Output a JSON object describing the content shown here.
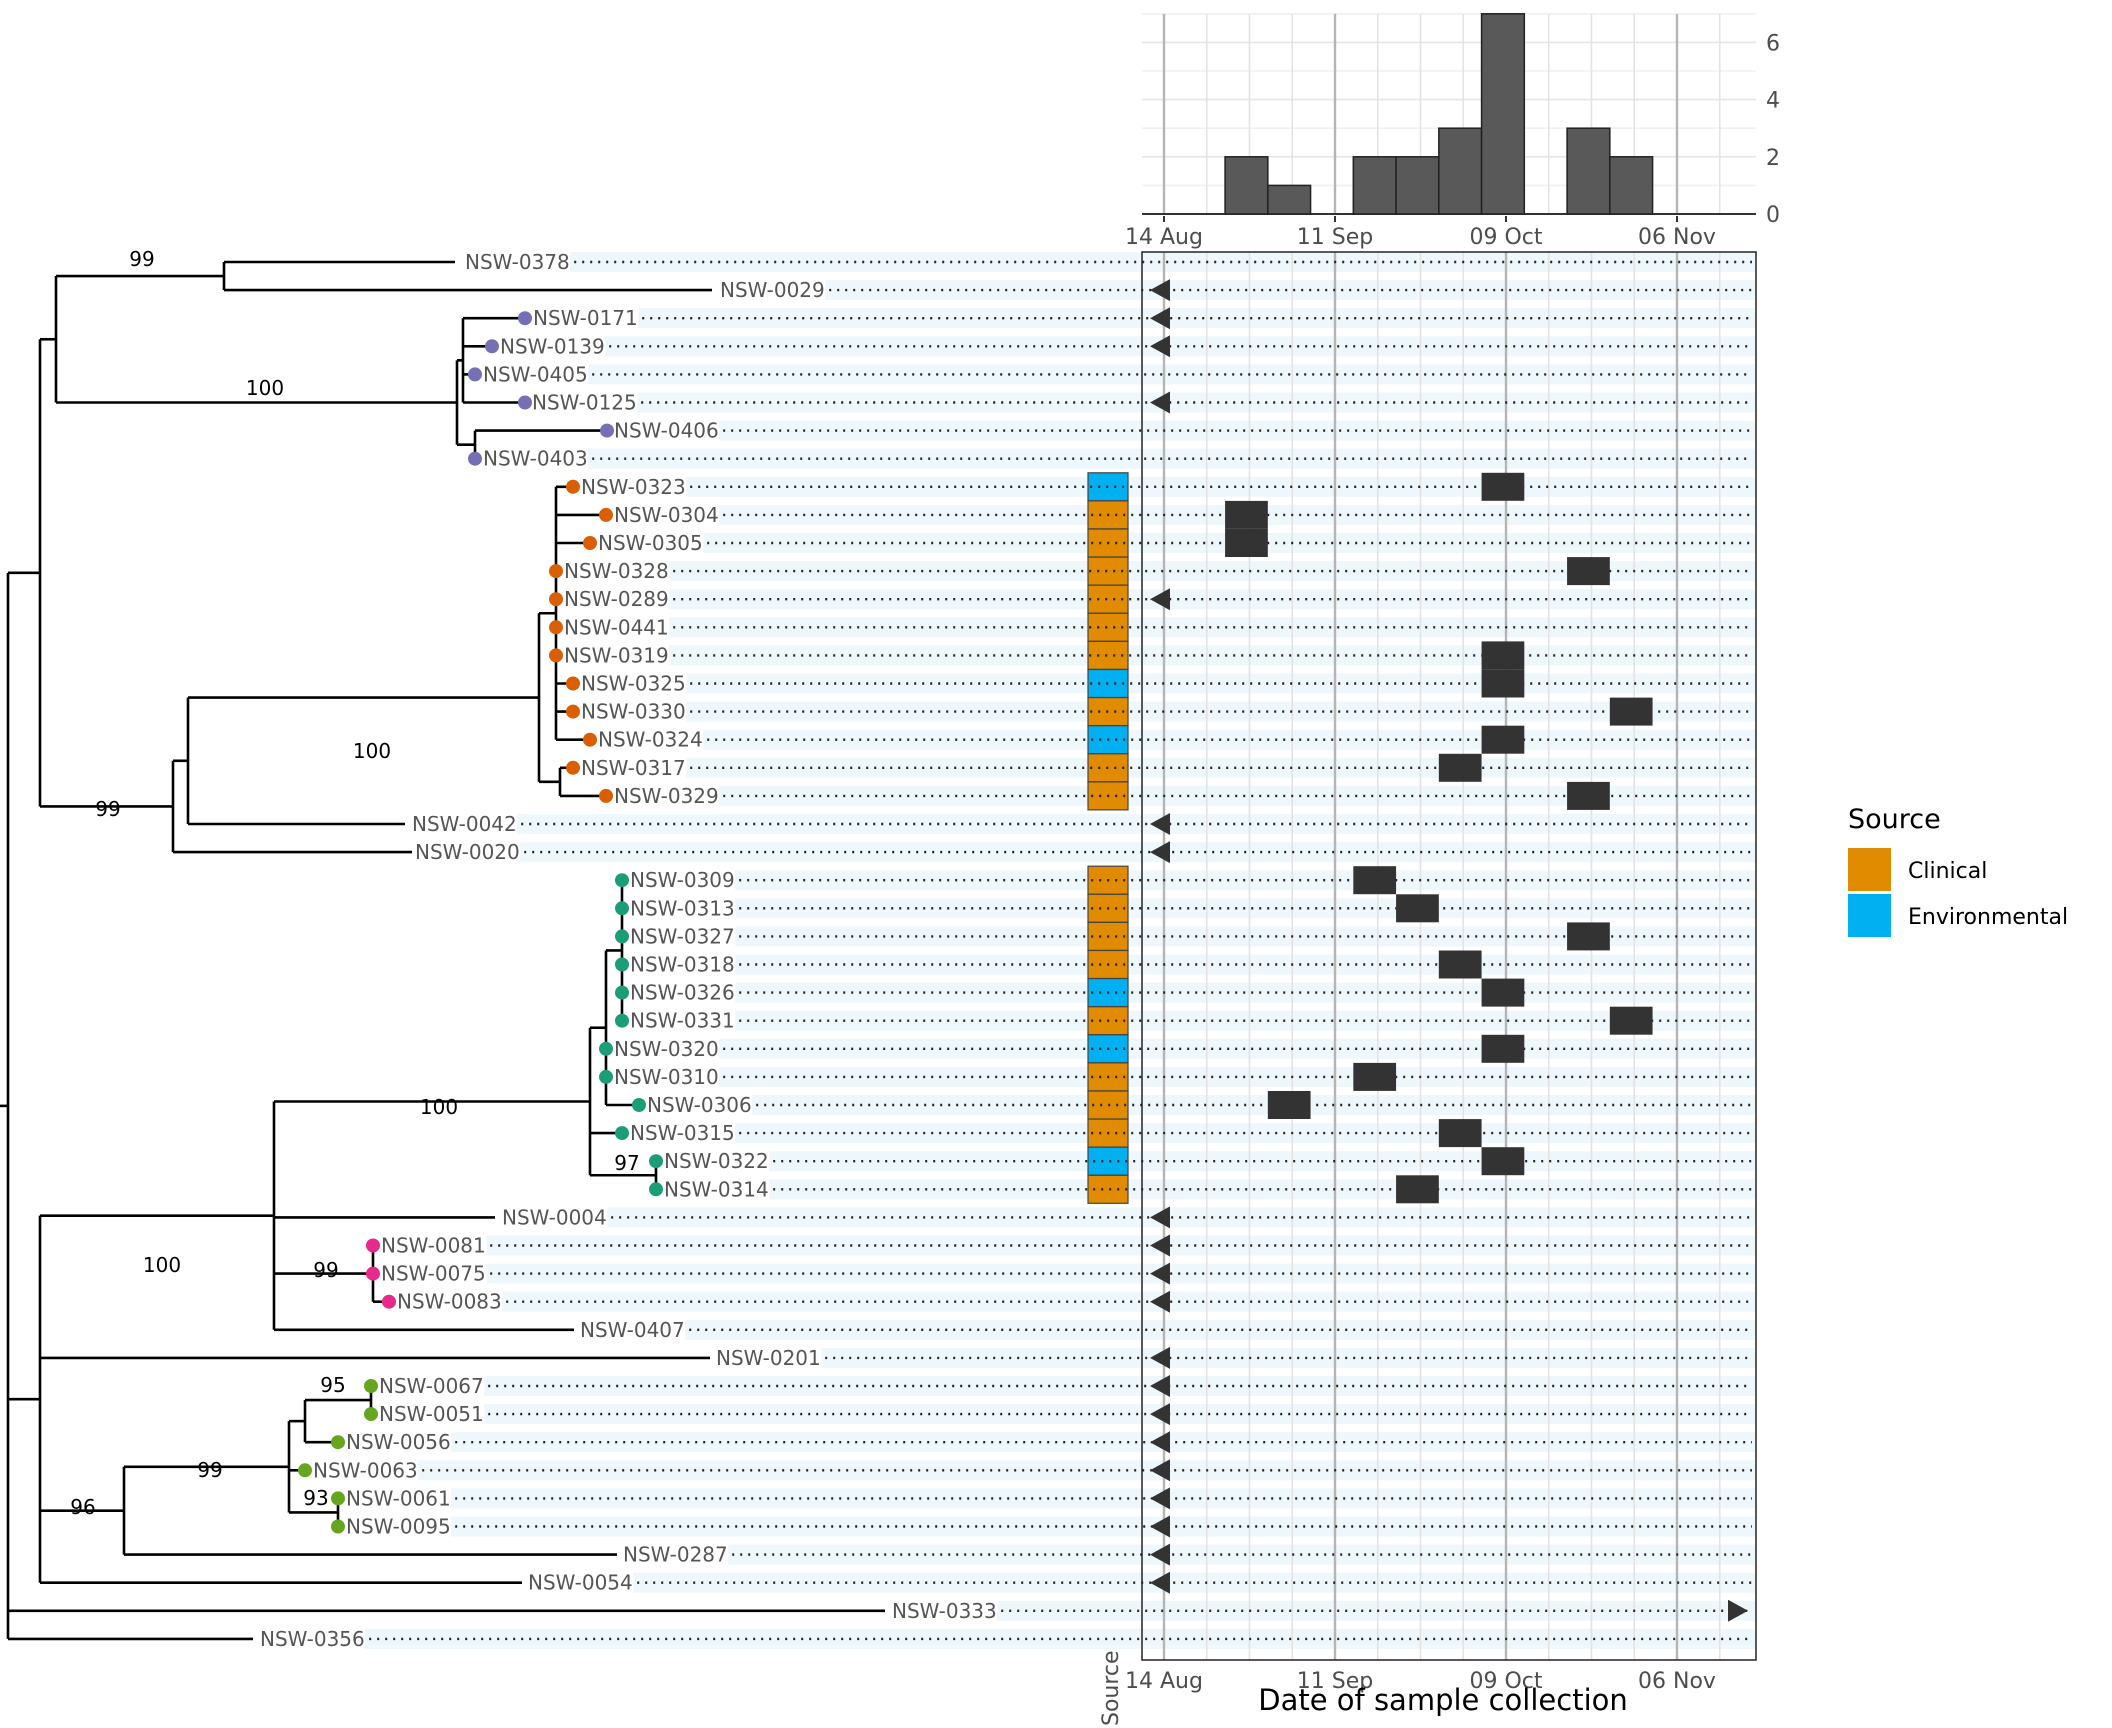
{
  "tips": [
    {
      "label": "NSW-0378",
      "clade": "none",
      "source": null,
      "date": null
    },
    {
      "label": "NSW-0029",
      "clade": "none",
      "source": null,
      "date": null,
      "missing_before": true
    },
    {
      "label": "NSW-0171",
      "clade": "purple",
      "source": null,
      "date": null,
      "missing_before": true
    },
    {
      "label": "NSW-0139",
      "clade": "purple",
      "source": null,
      "date": null,
      "missing_before": true
    },
    {
      "label": "NSW-0405",
      "clade": "purple",
      "source": null,
      "date": null
    },
    {
      "label": "NSW-0125",
      "clade": "purple",
      "source": null,
      "date": null,
      "missing_before": true
    },
    {
      "label": "NSW-0406",
      "clade": "purple",
      "source": null,
      "date": null
    },
    {
      "label": "NSW-0403",
      "clade": "purple",
      "source": null,
      "date": null
    },
    {
      "label": "NSW-0323",
      "clade": "orange",
      "source": "Environmental",
      "date": "2020-10-05"
    },
    {
      "label": "NSW-0304",
      "clade": "orange",
      "source": "Clinical",
      "date": "2020-08-24"
    },
    {
      "label": "NSW-0305",
      "clade": "orange",
      "source": "Clinical",
      "date": "2020-08-24"
    },
    {
      "label": "NSW-0328",
      "clade": "orange",
      "source": "Clinical",
      "date": "2020-10-19"
    },
    {
      "label": "NSW-0289",
      "clade": "orange",
      "source": "Clinical",
      "date": null,
      "missing_before": true
    },
    {
      "label": "NSW-0441",
      "clade": "orange",
      "source": "Clinical",
      "date": null
    },
    {
      "label": "NSW-0319",
      "clade": "orange",
      "source": "Clinical",
      "date": "2020-10-05"
    },
    {
      "label": "NSW-0325",
      "clade": "orange",
      "source": "Environmental",
      "date": "2020-10-05"
    },
    {
      "label": "NSW-0330",
      "clade": "orange",
      "source": "Clinical",
      "date": "2020-10-26"
    },
    {
      "label": "NSW-0324",
      "clade": "orange",
      "source": "Environmental",
      "date": "2020-10-05"
    },
    {
      "label": "NSW-0317",
      "clade": "orange",
      "source": "Clinical",
      "date": "2020-09-28"
    },
    {
      "label": "NSW-0329",
      "clade": "orange",
      "source": "Clinical",
      "date": "2020-10-19"
    },
    {
      "label": "NSW-0042",
      "clade": "none",
      "source": null,
      "date": null,
      "missing_before": true
    },
    {
      "label": "NSW-0020",
      "clade": "none",
      "source": null,
      "date": null,
      "missing_before": true
    },
    {
      "label": "NSW-0309",
      "clade": "green",
      "source": "Clinical",
      "date": "2020-09-14"
    },
    {
      "label": "NSW-0313",
      "clade": "green",
      "source": "Clinical",
      "date": "2020-09-21"
    },
    {
      "label": "NSW-0327",
      "clade": "green",
      "source": "Clinical",
      "date": "2020-10-19"
    },
    {
      "label": "NSW-0318",
      "clade": "green",
      "source": "Clinical",
      "date": "2020-09-28"
    },
    {
      "label": "NSW-0326",
      "clade": "green",
      "source": "Environmental",
      "date": "2020-10-05"
    },
    {
      "label": "NSW-0331",
      "clade": "green",
      "source": "Clinical",
      "date": "2020-10-26"
    },
    {
      "label": "NSW-0320",
      "clade": "green",
      "source": "Environmental",
      "date": "2020-10-05"
    },
    {
      "label": "NSW-0310",
      "clade": "green",
      "source": "Clinical",
      "date": "2020-09-14"
    },
    {
      "label": "NSW-0306",
      "clade": "green",
      "source": "Clinical",
      "date": "2020-08-31"
    },
    {
      "label": "NSW-0315",
      "clade": "green",
      "source": "Clinical",
      "date": "2020-09-28"
    },
    {
      "label": "NSW-0322",
      "clade": "green",
      "source": "Environmental",
      "date": "2020-10-05"
    },
    {
      "label": "NSW-0314",
      "clade": "green",
      "source": "Clinical",
      "date": "2020-09-21"
    },
    {
      "label": "NSW-0004",
      "clade": "none",
      "source": null,
      "date": null,
      "missing_before": true
    },
    {
      "label": "NSW-0081",
      "clade": "pink",
      "source": null,
      "date": null,
      "missing_before": true
    },
    {
      "label": "NSW-0075",
      "clade": "pink",
      "source": null,
      "date": null,
      "missing_before": true
    },
    {
      "label": "NSW-0083",
      "clade": "pink",
      "source": null,
      "date": null,
      "missing_before": true
    },
    {
      "label": "NSW-0407",
      "clade": "none",
      "source": null,
      "date": null
    },
    {
      "label": "NSW-0201",
      "clade": "none",
      "source": null,
      "date": null,
      "missing_before": true
    },
    {
      "label": "NSW-0067",
      "clade": "lime",
      "source": null,
      "date": null,
      "missing_before": true
    },
    {
      "label": "NSW-0051",
      "clade": "lime",
      "source": null,
      "date": null,
      "missing_before": true
    },
    {
      "label": "NSW-0056",
      "clade": "lime",
      "source": null,
      "date": null,
      "missing_before": true
    },
    {
      "label": "NSW-0063",
      "clade": "lime",
      "source": null,
      "date": null,
      "missing_before": true
    },
    {
      "label": "NSW-0061",
      "clade": "lime",
      "source": null,
      "date": null,
      "missing_before": true
    },
    {
      "label": "NSW-0095",
      "clade": "lime",
      "source": null,
      "date": null,
      "missing_before": true
    },
    {
      "label": "NSW-0287",
      "clade": "none",
      "source": null,
      "date": null,
      "missing_before": true
    },
    {
      "label": "NSW-0054",
      "clade": "none",
      "source": null,
      "date": null,
      "missing_before": true
    },
    {
      "label": "NSW-0333",
      "clade": "none",
      "source": null,
      "date": null,
      "missing_after": true
    },
    {
      "label": "NSW-0356",
      "clade": "none",
      "source": null,
      "date": null
    }
  ],
  "bootstrap": [
    {
      "value": "99",
      "node": "n0378_0029"
    },
    {
      "value": "100",
      "node": "purple_clade"
    },
    {
      "value": "100",
      "node": "orange_clade"
    },
    {
      "value": "99",
      "node": "clade_with_0042_0020"
    },
    {
      "value": "100",
      "node": "green_clade"
    },
    {
      "value": "97",
      "node": "n0322_0314"
    },
    {
      "value": "100",
      "node": "green_pink_clade"
    },
    {
      "value": "99",
      "node": "pink_clade"
    },
    {
      "value": "95",
      "node": "n0067_0051"
    },
    {
      "value": "99",
      "node": "lime_clade"
    },
    {
      "value": "93",
      "node": "n0061_0095"
    },
    {
      "value": "96",
      "node": "lime_plus_0287"
    }
  ],
  "clade_colors": {
    "purple": "#7570b3",
    "orange": "#d95f02",
    "green": "#1b9e77",
    "pink": "#e7298a",
    "lime": "#66a61e"
  },
  "source_colors": {
    "Clinical": "#e08b00",
    "Environmental": "#00b0f0"
  },
  "strip_label": "Source",
  "legend": {
    "title": "Source",
    "items": [
      "Clinical",
      "Environmental"
    ]
  },
  "chart_data": {
    "type": "bar",
    "title": "",
    "xlabel": "Date of sample collection",
    "ylabel": "",
    "x_ticks": [
      "14 Aug",
      "11 Sep",
      "09 Oct",
      "06 Nov"
    ],
    "y_ticks": [
      "0",
      "2",
      "4",
      "6"
    ],
    "ylim": [
      0,
      7
    ],
    "bin_width_days": 7,
    "categories": [
      "2020-08-10",
      "2020-08-17",
      "2020-08-24",
      "2020-08-31",
      "2020-09-07",
      "2020-09-14",
      "2020-09-21",
      "2020-09-28",
      "2020-10-05",
      "2020-10-12",
      "2020-10-19",
      "2020-10-26",
      "2020-11-02",
      "2020-11-09"
    ],
    "values": [
      0,
      0,
      2,
      1,
      0,
      2,
      2,
      3,
      7,
      0,
      3,
      2,
      0,
      0
    ]
  }
}
